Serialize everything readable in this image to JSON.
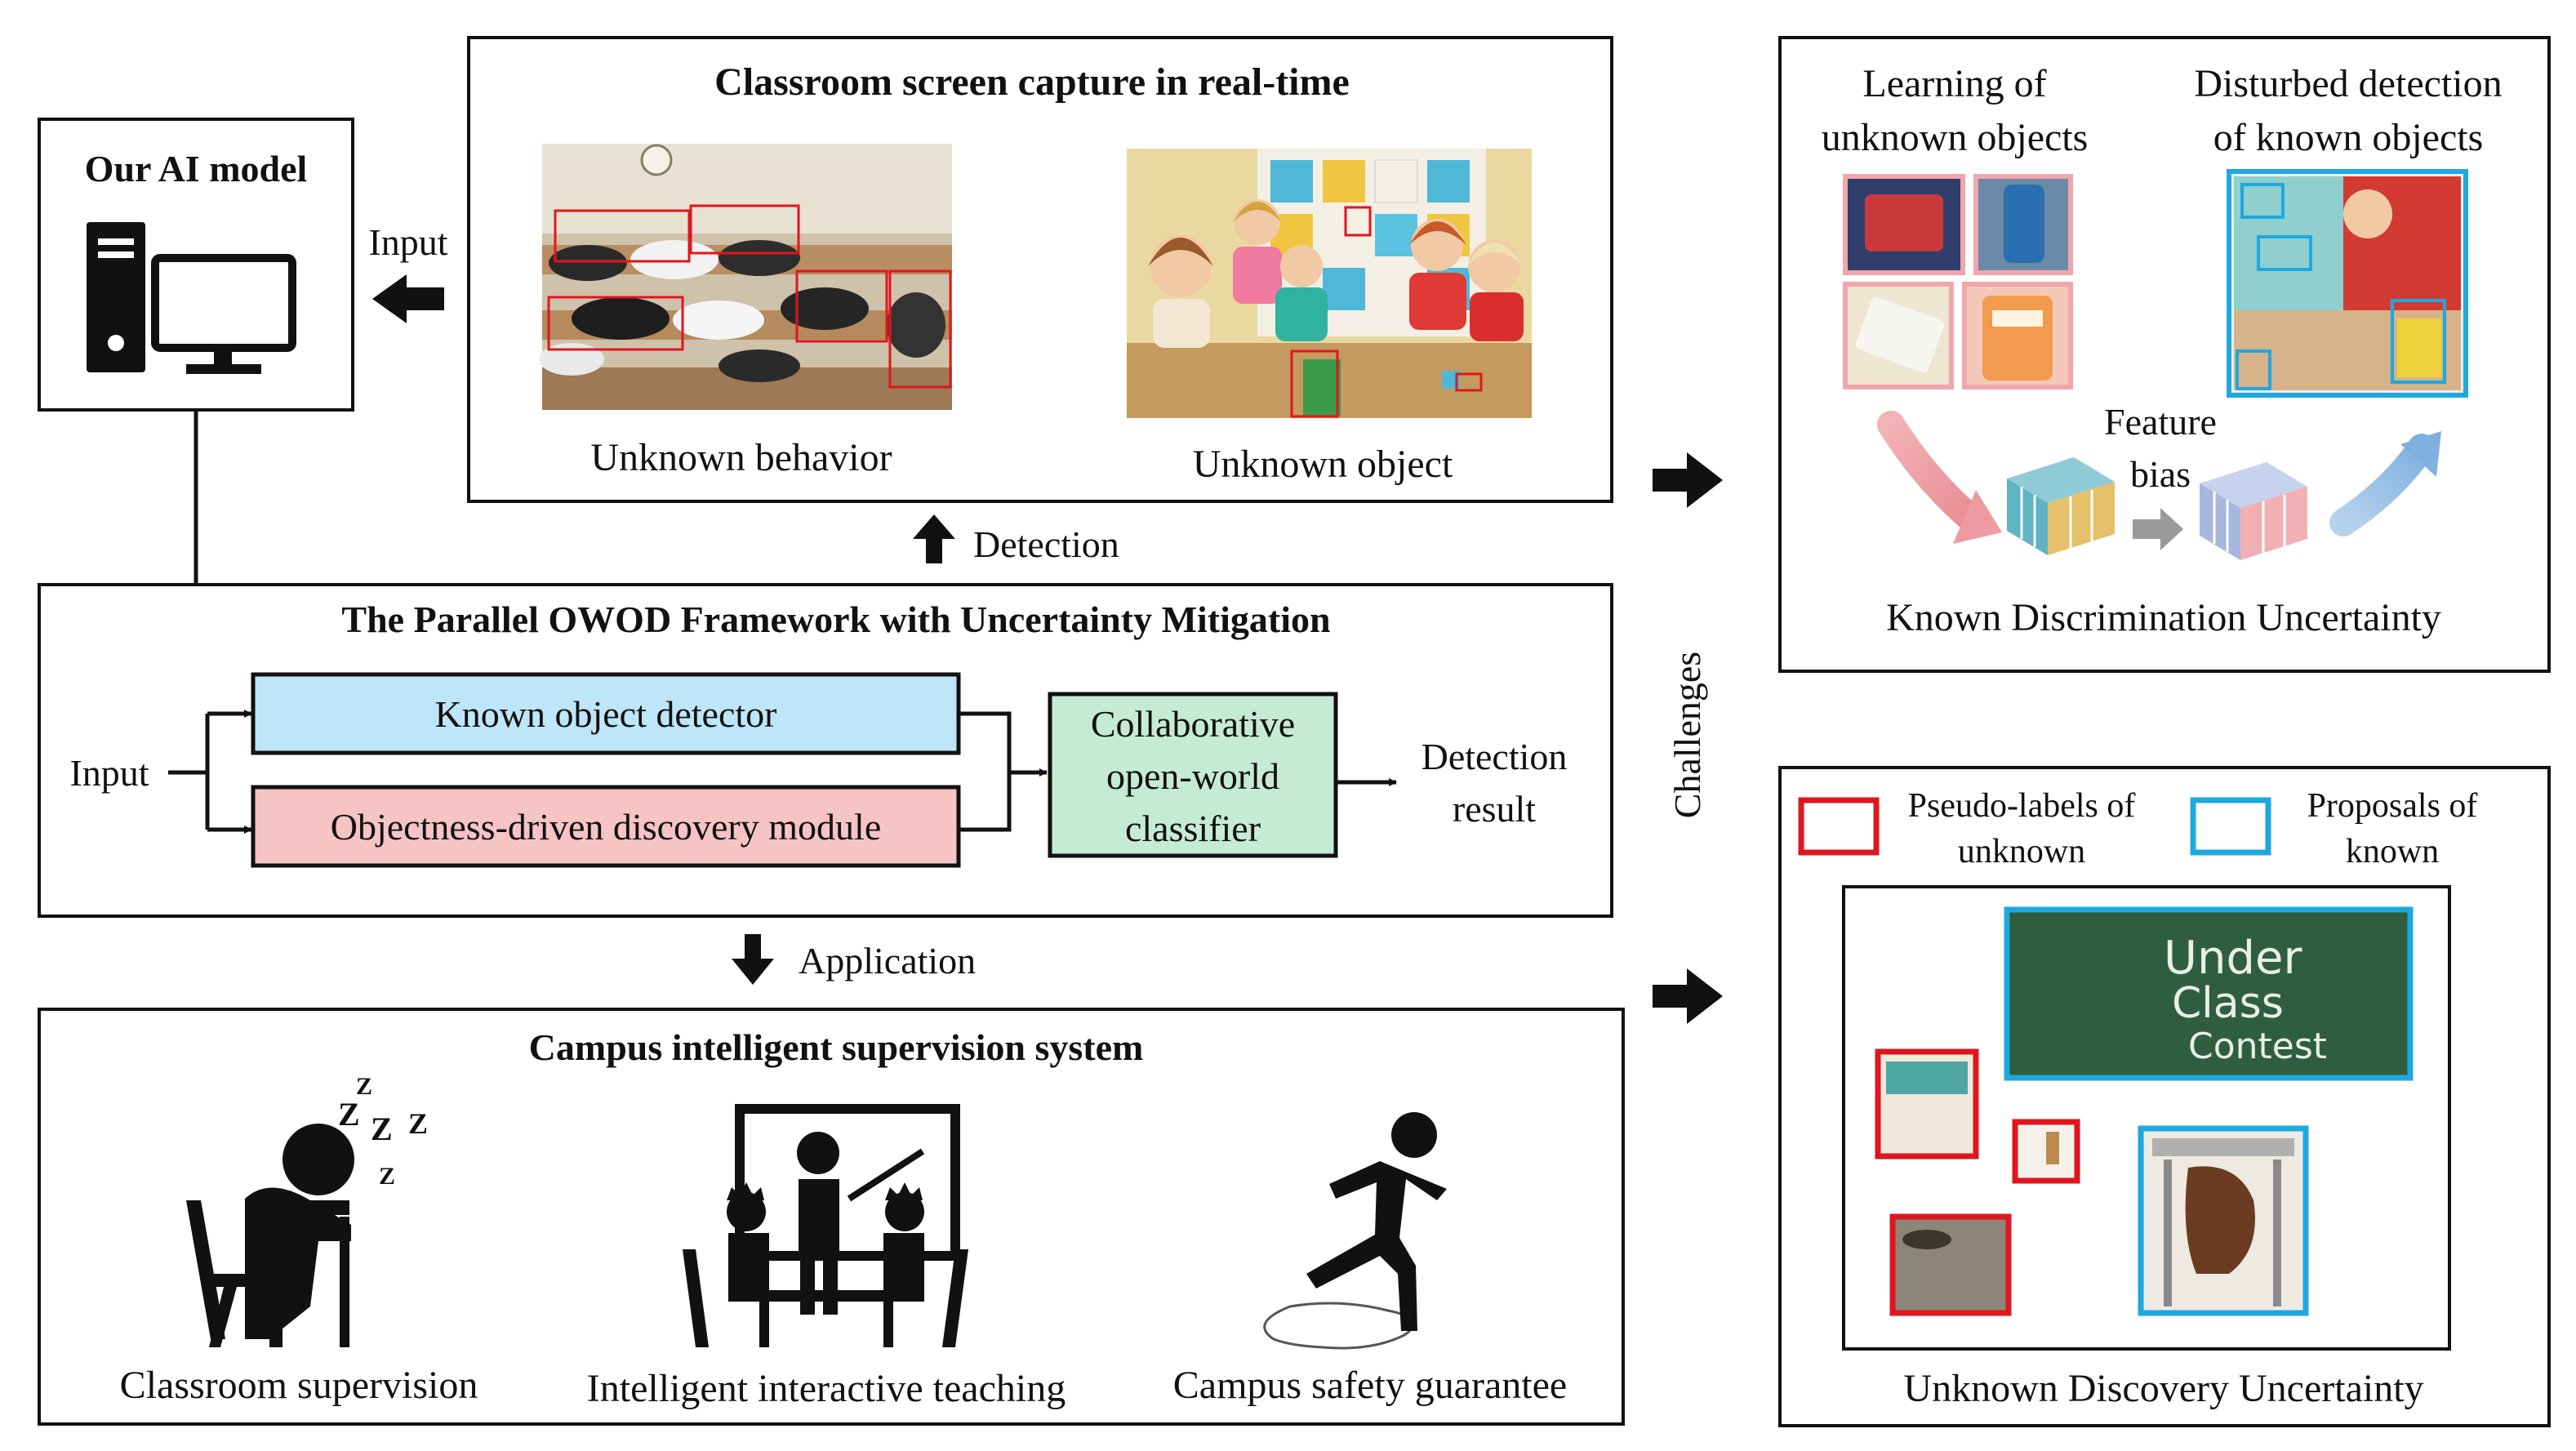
{
  "ai_model": {
    "title": "Our AI model"
  },
  "capture": {
    "title": "Classroom screen capture in real-time",
    "input_label": "Input",
    "behavior_caption": "Unknown behavior",
    "object_caption": "Unknown object"
  },
  "detection_label": "Detection",
  "framework": {
    "title": "The Parallel OWOD Framework with Uncertainty Mitigation",
    "input_label": "Input",
    "known_detector": "Known object detector",
    "discovery_module": "Objectness-driven discovery module",
    "classifier": [
      "Collaborative",
      "open-world",
      "classifier"
    ],
    "result": [
      "Detection",
      "result"
    ]
  },
  "application_label": "Application",
  "campus": {
    "title": "Campus intelligent supervision system",
    "items": [
      "Classroom supervision",
      "Intelligent interactive teaching",
      "Campus safety guarantee"
    ]
  },
  "challenges_label": "Challenges",
  "known_uncertainty": {
    "left_head": [
      "Learning of",
      "unknown objects"
    ],
    "right_head": [
      "Disturbed detection",
      "of known objects"
    ],
    "bias": [
      "Feature",
      "bias"
    ],
    "caption": "Known Discrimination Uncertainty"
  },
  "unknown_uncertainty": {
    "legend_unknown": [
      "Pseudo-labels of",
      "unknown"
    ],
    "legend_known": [
      "Proposals of",
      "known"
    ],
    "board_text": [
      "Under",
      "Class",
      "Contest"
    ],
    "caption": "Unknown Discovery Uncertainty"
  },
  "colors": {
    "pseudo_label_red": "#e0161e",
    "proposal_blue": "#1fa8e0",
    "known_detector_fill": "#bfe6f8",
    "discovery_fill": "#f6c4c3",
    "classifier_fill": "#c6ebd5"
  }
}
